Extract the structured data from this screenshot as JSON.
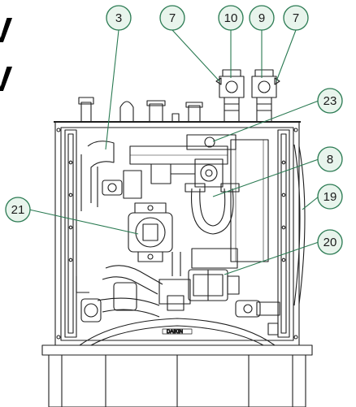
{
  "title_fragments": [
    "V",
    "V"
  ],
  "brand": "DAIKIN",
  "callouts": [
    {
      "id": "c3",
      "label": "3"
    },
    {
      "id": "c7a",
      "label": "7"
    },
    {
      "id": "c10",
      "label": "10"
    },
    {
      "id": "c9",
      "label": "9"
    },
    {
      "id": "c7b",
      "label": "7"
    },
    {
      "id": "c23",
      "label": "23"
    },
    {
      "id": "c8",
      "label": "8"
    },
    {
      "id": "c19",
      "label": "19"
    },
    {
      "id": "c21",
      "label": "21"
    },
    {
      "id": "c20",
      "label": "20"
    }
  ],
  "colors": {
    "line": "#1e1e1e",
    "callout_fill": "#e8f4ec",
    "callout_stroke": "#2a7a52",
    "leader": "#2a7a52"
  }
}
